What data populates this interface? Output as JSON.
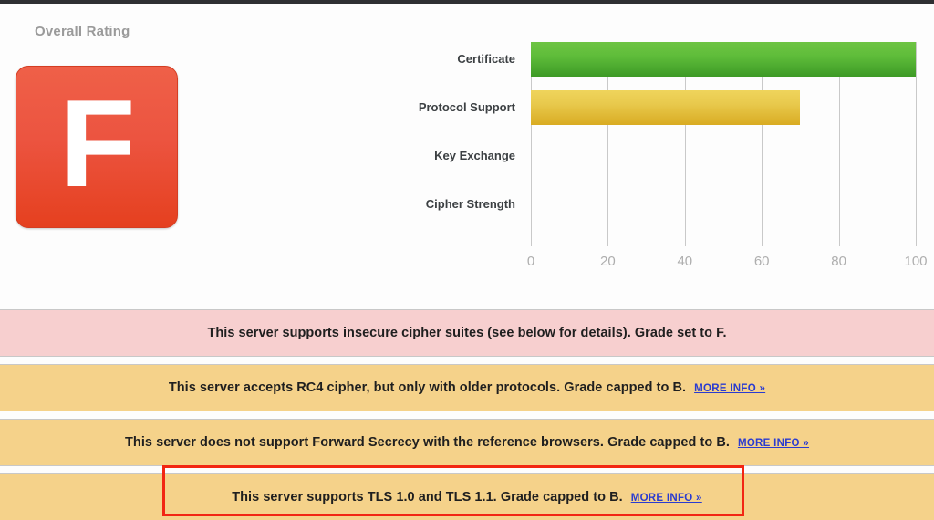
{
  "panel": {
    "title": "Overall Rating",
    "grade": "F",
    "grade_color": "#e5401f"
  },
  "chart_data": {
    "type": "bar",
    "orientation": "horizontal",
    "title": "",
    "xlabel": "",
    "ylabel": "",
    "categories": [
      "Certificate",
      "Protocol Support",
      "Key Exchange",
      "Cipher Strength"
    ],
    "values": [
      100,
      70,
      0,
      0
    ],
    "colors": [
      "#5fbd3a",
      "#e8c94c",
      "#e8c94c",
      "#e8c94c"
    ],
    "xlim": [
      0,
      100
    ],
    "xticks": [
      0,
      20,
      40,
      60,
      80,
      100
    ],
    "xtick_labels": [
      "0",
      "20",
      "40",
      "60",
      "80",
      "100"
    ],
    "grid": true,
    "legend": "none"
  },
  "alerts": [
    {
      "text": "This server supports insecure cipher suites (see below for details). Grade set to F.",
      "severity": "critical",
      "background": "#f7cfcf",
      "more_info": "",
      "highlighted": false
    },
    {
      "text": "This server accepts RC4 cipher, but only with older protocols. Grade capped to B.",
      "severity": "warning",
      "background": "#f5d28a",
      "more_info": "MORE INFO »",
      "highlighted": false
    },
    {
      "text": "This server does not support Forward Secrecy with the reference browsers. Grade capped to B.",
      "severity": "warning",
      "background": "#f5d28a",
      "more_info": "MORE INFO »",
      "highlighted": false
    },
    {
      "text": "This server supports TLS 1.0 and TLS 1.1. Grade capped to B.",
      "severity": "warning",
      "background": "#f5d28a",
      "more_info": "MORE INFO »",
      "highlighted": true,
      "highlight_color": "#f22613"
    }
  ]
}
